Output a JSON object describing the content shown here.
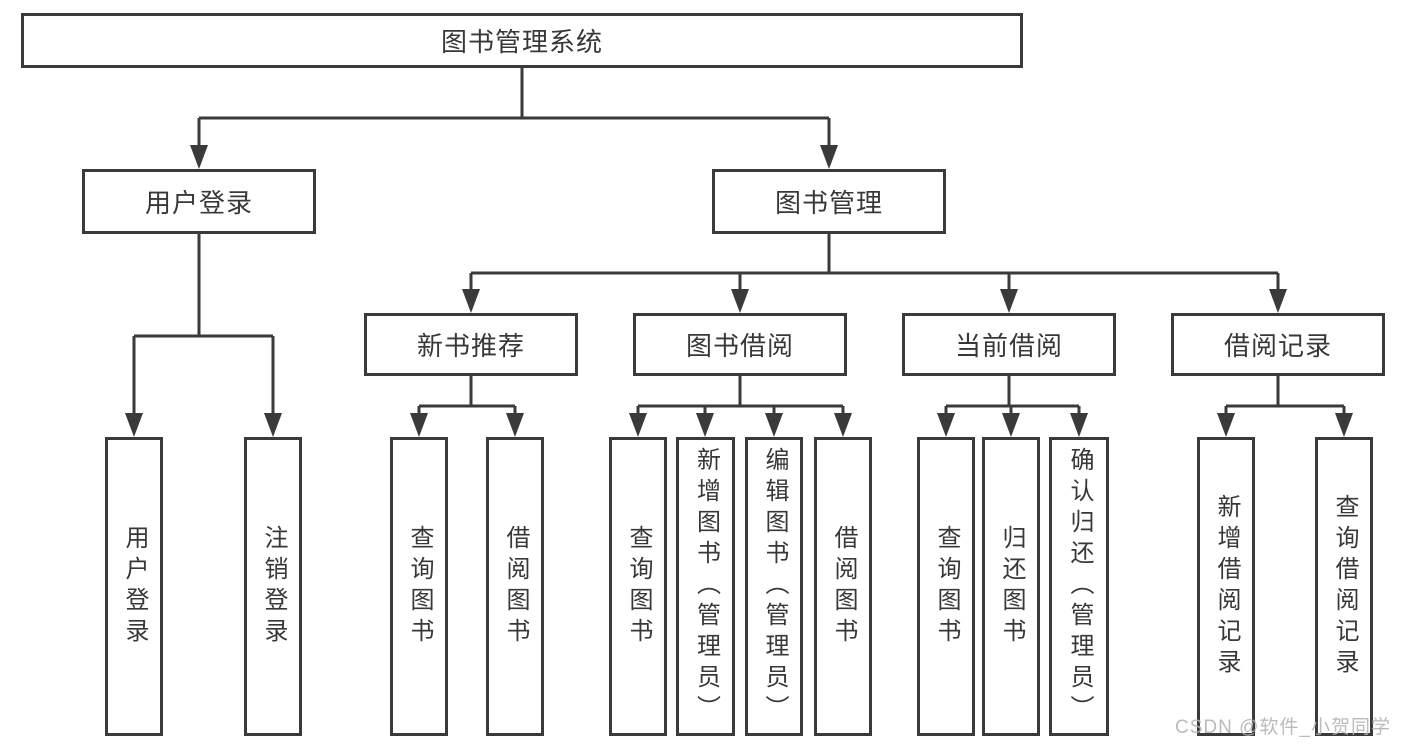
{
  "diagram": {
    "root": {
      "label": "图书管理系统"
    },
    "user_login": {
      "label": "用户登录",
      "children": {
        "login": "用户登录",
        "logout": "注销登录"
      }
    },
    "book_mgmt": {
      "label": "图书管理",
      "new_book_rec": {
        "label": "新书推荐",
        "children": {
          "query_books": "查询图书",
          "borrow_books": "借阅图书"
        }
      },
      "book_borrow": {
        "label": "图书借阅",
        "children": {
          "query_books": "查询图书",
          "add_books": "新增图书（管理员）",
          "edit_books": "编辑图书（管理员）",
          "borrow_books": "借阅图书"
        }
      },
      "current_borrow": {
        "label": "当前借阅",
        "children": {
          "query_books": "查询图书",
          "return_books": "归还图书",
          "confirm_return": "确认归还（管理员）"
        }
      },
      "borrow_records": {
        "label": "借阅记录",
        "children": {
          "add_record": "新增借阅记录",
          "query_record": "查询借阅记录"
        }
      }
    }
  },
  "watermark": "CSDN @软件_小贺同学",
  "colors": {
    "line": "#3a3a3a",
    "text": "#383838",
    "background": "#ffffff",
    "watermark": "#b4b4b4"
  }
}
